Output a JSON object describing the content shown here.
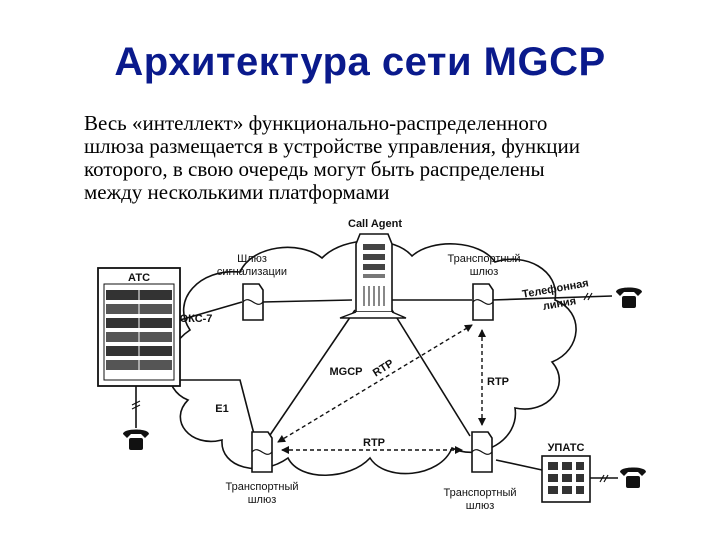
{
  "title": "Архитектура сети MGCP",
  "description_lines": [
    "Весь «интеллект» функционально-распределенного",
    "шлюза размещается в устройстве управления, функции",
    "которого, в свою очередь могут быть распределены",
    "между несколькими платформами"
  ],
  "diagram": {
    "call_agent": "Call Agent",
    "signaling_gw": [
      "Шлюз",
      "сигнализации"
    ],
    "transport_gw_top": [
      "Транспортный",
      "шлюз"
    ],
    "transport_gw_bottom_left": [
      "Транспортный",
      "шлюз"
    ],
    "transport_gw_bottom_right": [
      "Транспортный",
      "шлюз"
    ],
    "ats": "АТС",
    "upats": "УПАТС",
    "okc7": "ОКС-7",
    "e1": "E1",
    "phone_line": [
      "Телефонная",
      "линия"
    ],
    "mgcp": "MGCP",
    "rtp_diag": "RTP",
    "rtp_vertical": "RTP",
    "rtp_bottom": "RTP"
  }
}
